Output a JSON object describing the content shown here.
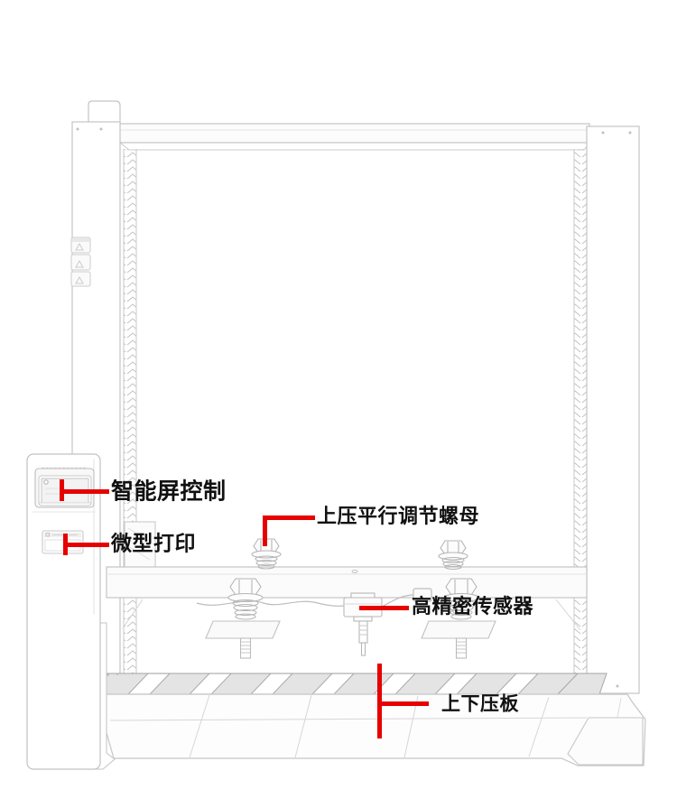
{
  "diagram": {
    "subject_labels": [
      {
        "part": "smart-screen-control",
        "text": "智能屏控制"
      },
      {
        "part": "micro-printer",
        "text": "微型打印"
      },
      {
        "part": "upper-platen-parallel-adjusting-nut",
        "text": "上压平行调节螺母"
      },
      {
        "part": "high-precision-sensor",
        "text": "高精密传感器"
      },
      {
        "part": "upper-lower-platen",
        "text": "上下压板"
      }
    ],
    "colors": {
      "callout_red": "#e60000",
      "label_text": "#111111",
      "line_art": "#c4c4c4",
      "background": "#ffffff"
    }
  }
}
